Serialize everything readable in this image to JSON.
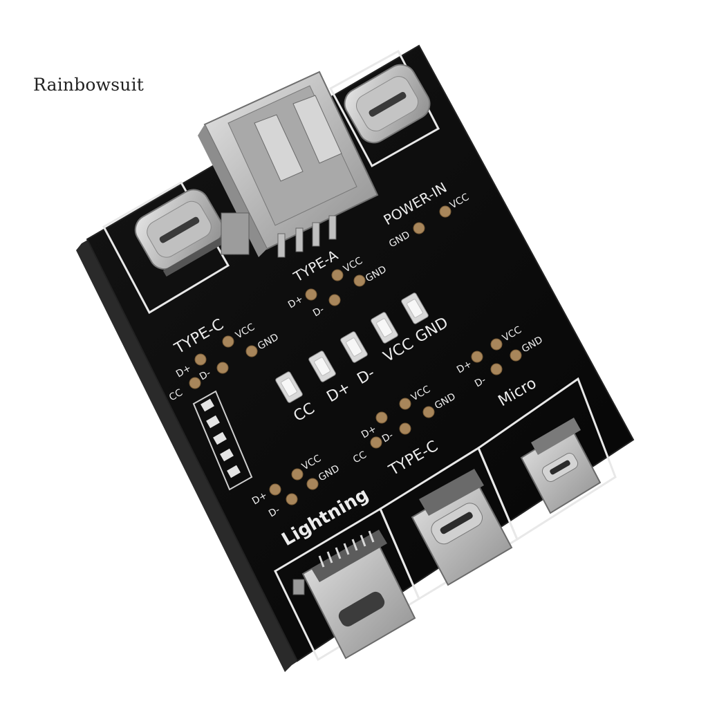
{
  "watermark": "Rainbowsuit",
  "board": {
    "labels": {
      "type_c_top": "TYPE-C",
      "type_a": "TYPE-A",
      "power_in": "POWER-IN",
      "type_c_bottom": "TYPE-C",
      "lightning": "Lightning",
      "micro": "Micro"
    },
    "pins": {
      "gnd": "GND",
      "vcc": "VCC",
      "d_plus": "D+",
      "d_minus": "D-",
      "cc": "CC"
    },
    "leds": [
      "CC",
      "D+",
      "D-",
      "VCC",
      "GND"
    ]
  }
}
